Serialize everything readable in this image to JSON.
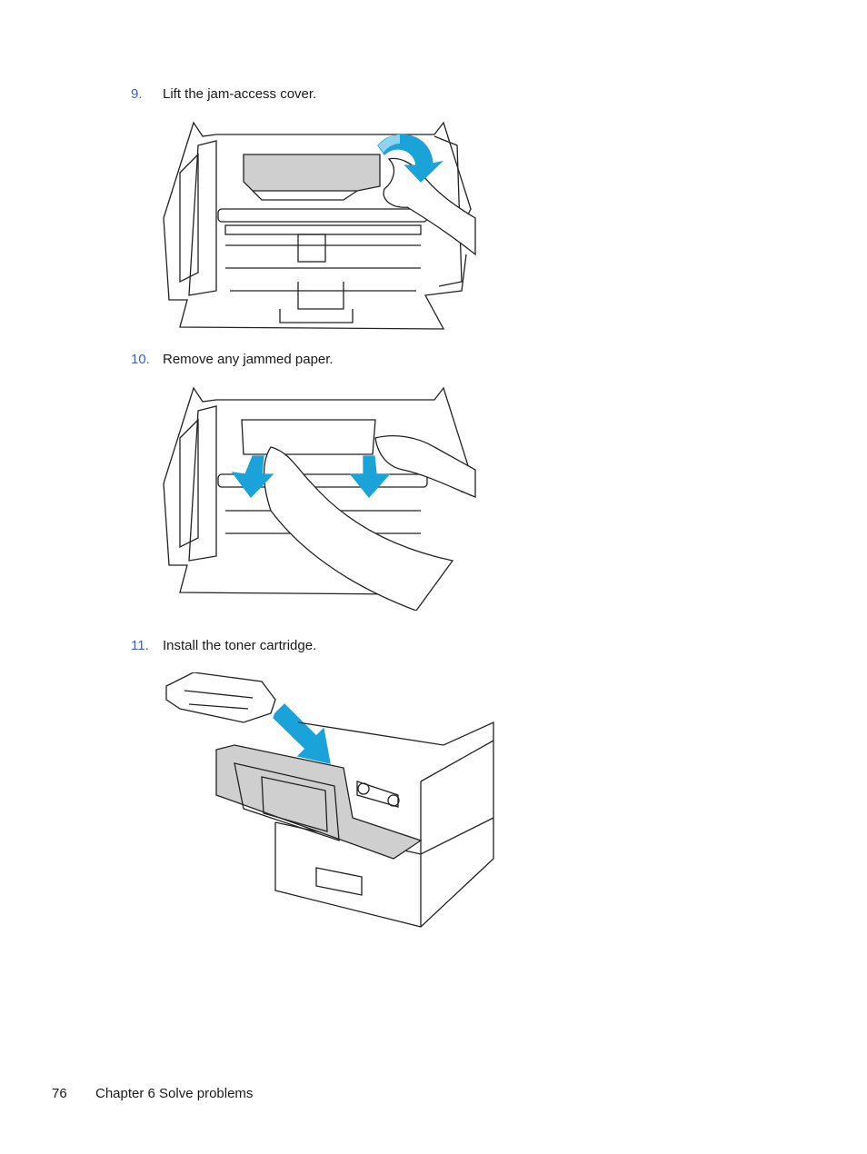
{
  "colors": {
    "accent": "#3b5bdb",
    "arrow": "#1aa3d9",
    "arrow_light": "#8fd3ee",
    "line": "#222222",
    "shade": "#cfcfcf"
  },
  "steps": [
    {
      "number": "9.",
      "text": "Lift the jam-access cover."
    },
    {
      "number": "10.",
      "text": "Remove any jammed paper."
    },
    {
      "number": "11.",
      "text": "Install the toner cartridge."
    }
  ],
  "figures": {
    "fig1_icons": [
      "printer-interior",
      "hand",
      "rotate-arrow-icon"
    ],
    "fig2_icons": [
      "printer-interior",
      "hand",
      "jammed-paper",
      "down-arrow-icon"
    ],
    "fig3_icons": [
      "toner-cartridge",
      "printer-front",
      "insert-arrow-icon"
    ]
  },
  "footer": {
    "page_number": "76",
    "chapter": "Chapter 6  Solve problems"
  }
}
